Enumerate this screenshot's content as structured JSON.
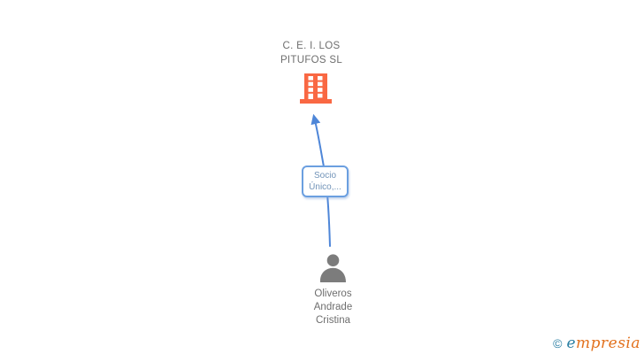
{
  "diagram": {
    "company": {
      "name_lines": [
        "C. E. I. LOS",
        "PITUFOS SL"
      ],
      "icon": "building-icon"
    },
    "edge": {
      "label_lines": [
        "Socio",
        "Único,..."
      ],
      "direction": "person-to-company"
    },
    "person": {
      "name_lines": [
        "Oliveros",
        "Andrade",
        "Cristina"
      ],
      "icon": "person-icon"
    }
  },
  "watermark": {
    "copyright": "©",
    "brand_initial": "e",
    "brand_rest": "mpresia"
  },
  "colors": {
    "company_icon": "#f96843",
    "person_icon": "#7c7c7c",
    "node_text": "#6e6e6e",
    "edge_line": "#4e86d8",
    "label_border": "#6b9fe0",
    "label_text": "#7193b8",
    "watermark_teal": "#2b7fa3",
    "watermark_orange": "#e2711d",
    "background": "#ffffff"
  }
}
